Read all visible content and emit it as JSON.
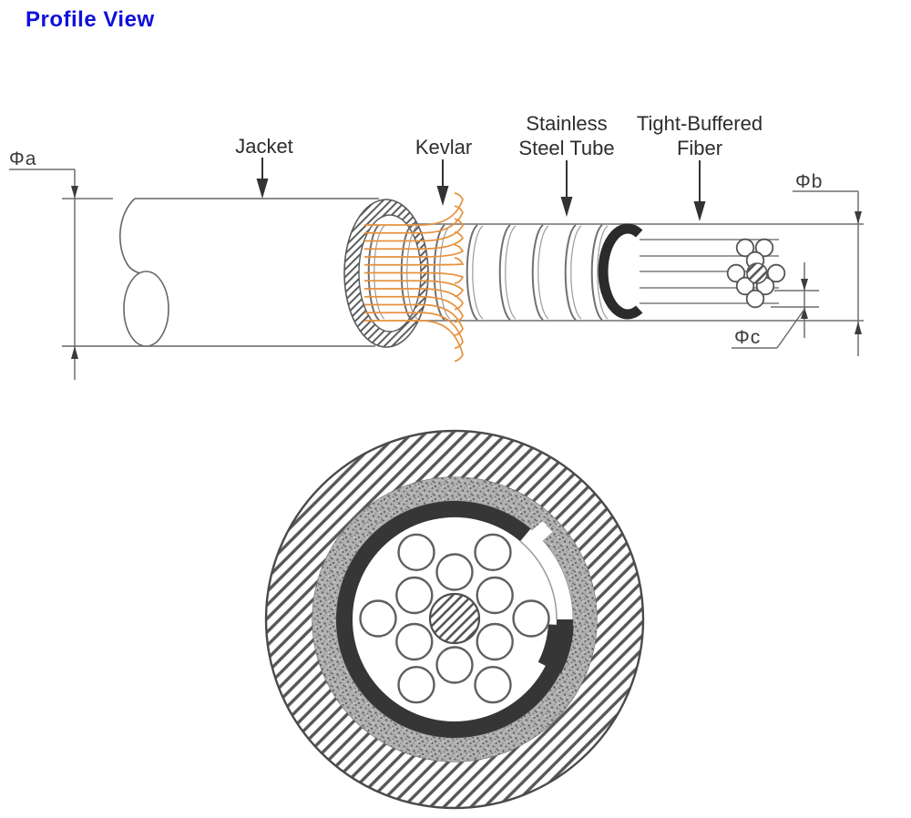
{
  "page": {
    "title": "Profile View"
  },
  "labels": {
    "jacket": "Jacket",
    "kevlar": "Kevlar",
    "tube_line1": "Stainless",
    "tube_line2": "Steel Tube",
    "fiber_line1": "Tight-Buffered",
    "fiber_line2": "Fiber"
  },
  "dims": {
    "a": "Φa",
    "b": "Φb",
    "c": "Φc"
  },
  "colors": {
    "title": "#1010dc",
    "kevlar": "#e6913c",
    "outline": "#6e6e6e",
    "dark_layer": "#2b2b2b",
    "label_text": "#2d2d31"
  }
}
